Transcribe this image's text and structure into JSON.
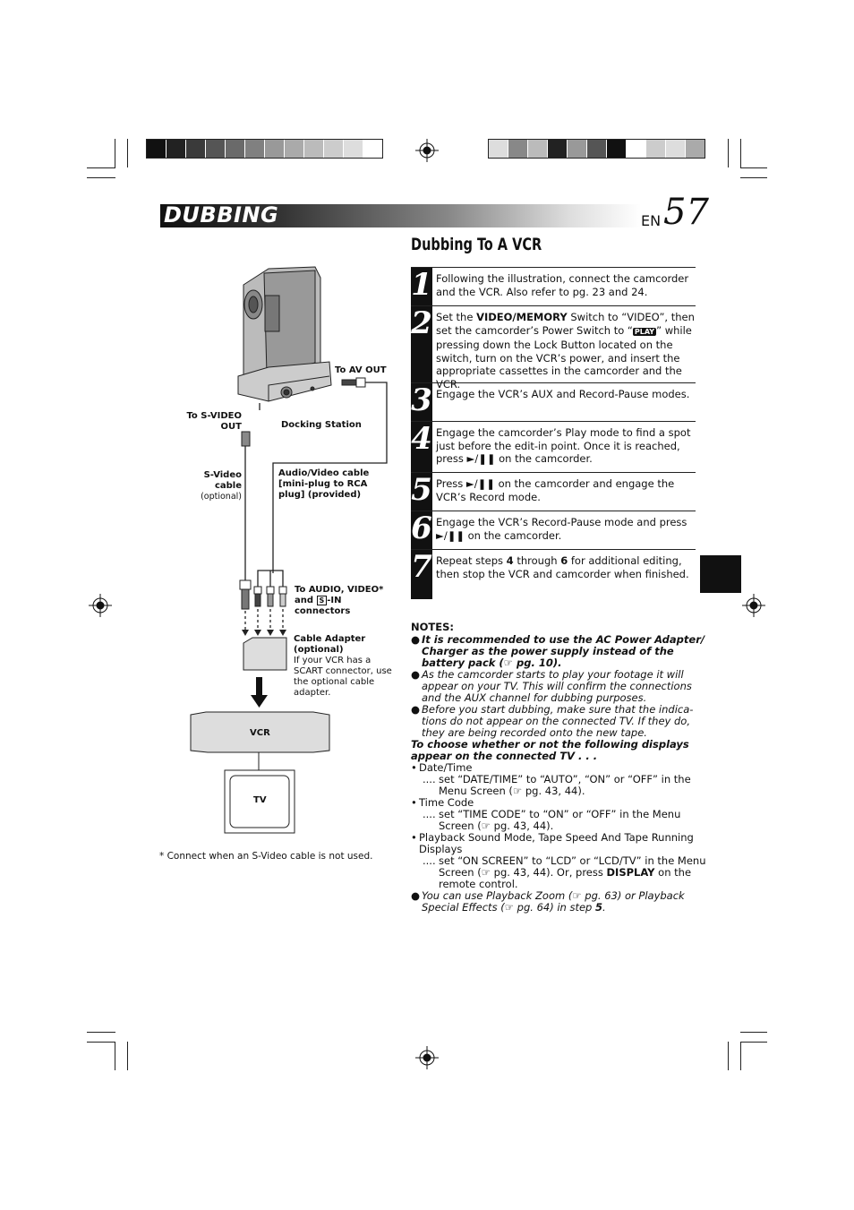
{
  "header": {
    "section_title": "DUBBING",
    "page_prefix": "EN",
    "page_number": "57"
  },
  "subtitle": "Dubbing To A VCR",
  "steps": [
    {
      "num": "1",
      "text": "Following the illustration, connect the camcorder and the VCR. Also refer to pg. 23 and 24."
    },
    {
      "num": "2",
      "text_pre": "Set the ",
      "bold1": "VIDEO/MEMORY",
      "text_mid": " Switch to “VIDEO”, then set the camcorder’s Power Switch to “",
      "badge": "PLAY",
      "text_post": "” while pressing down the Lock Button located on the switch, turn on the VCR’s power, and insert the appropriate cassettes in the camcorder and the VCR."
    },
    {
      "num": "3",
      "text": "Engage the VCR’s AUX and Record-Pause modes."
    },
    {
      "num": "4",
      "text": "Engage the camcorder’s Play mode to find a spot just before the edit-in point. Once it is reached, press ►/❚❚ on the camcorder."
    },
    {
      "num": "5",
      "text": "Press ►/❚❚ on the camcorder and engage the VCR’s Record mode."
    },
    {
      "num": "6",
      "text": "Engage the VCR’s Record-Pause mode and press ►/❚❚ on the camcorder."
    },
    {
      "num": "7",
      "text_pre": "Repeat steps ",
      "bold1": "4",
      "text_mid": " through ",
      "bold2": "6",
      "text_post": " for additional editing, then stop the VCR and camcorder when finished."
    }
  ],
  "notes": {
    "heading": "NOTES:",
    "b1": "It is recommended to use the AC Power Adapter/ Charger as the power supply instead of the battery pack (☞ pg. 10).",
    "b2": "As the camcorder starts to play your footage it will appear on your TV. This will confirm the connections and the AUX channel for dubbing purposes.",
    "b3": "Before you start dubbing, make sure that the indica- tions do not appear on the connected TV. If they do, they are being recorded onto the new tape.",
    "choose": "To choose whether or not the following displays appear on the connected TV . . .",
    "s1": "Date/Time",
    "s1_detail": "set “DATE/TIME” to “AUTO”, “ON” or “OFF” in the Menu Screen (☞ pg. 43, 44).",
    "s2": "Time Code",
    "s2_detail": "set “TIME CODE” to “ON” or “OFF” in the Menu Screen (☞ pg. 43, 44).",
    "s3": "Playback Sound Mode, Tape Speed And Tape Running Displays",
    "s3_detail_pre": "set “ON SCREEN” to “LCD” or “LCD/TV” in the Menu Screen (☞ pg. 43, 44). Or, press ",
    "s3_detail_bold": "DISPLAY",
    "s3_detail_post": " on the remote control.",
    "b4_pre": "You can use Playback Zoom (☞ pg. 63) or Playback Special Effects (☞ pg. 64) in step ",
    "b4_bold": "5",
    "b4_post": ".",
    "ellipsis": "...."
  },
  "diagram": {
    "to_av_out": "To AV OUT",
    "to_svideo_out": "To S-VIDEO OUT",
    "docking_station": "Docking Station",
    "svideo_cable": "S-Video cable",
    "optional": "(optional)",
    "av_cable": "Audio/Video cable [mini-plug to RCA plug] (provided)",
    "to_audio_video_pre": "To AUDIO, VIDEO* and ",
    "s_badge": "S",
    "to_audio_video_post": "-IN connectors",
    "cable_adapter": "Cable Adapter (optional)",
    "cable_adapter_note": "If your VCR has a SCART connector, use the optional cable adapter.",
    "vcr": "VCR",
    "tv": "TV"
  },
  "footnote": "*   Connect when an S-Video cable is not used."
}
